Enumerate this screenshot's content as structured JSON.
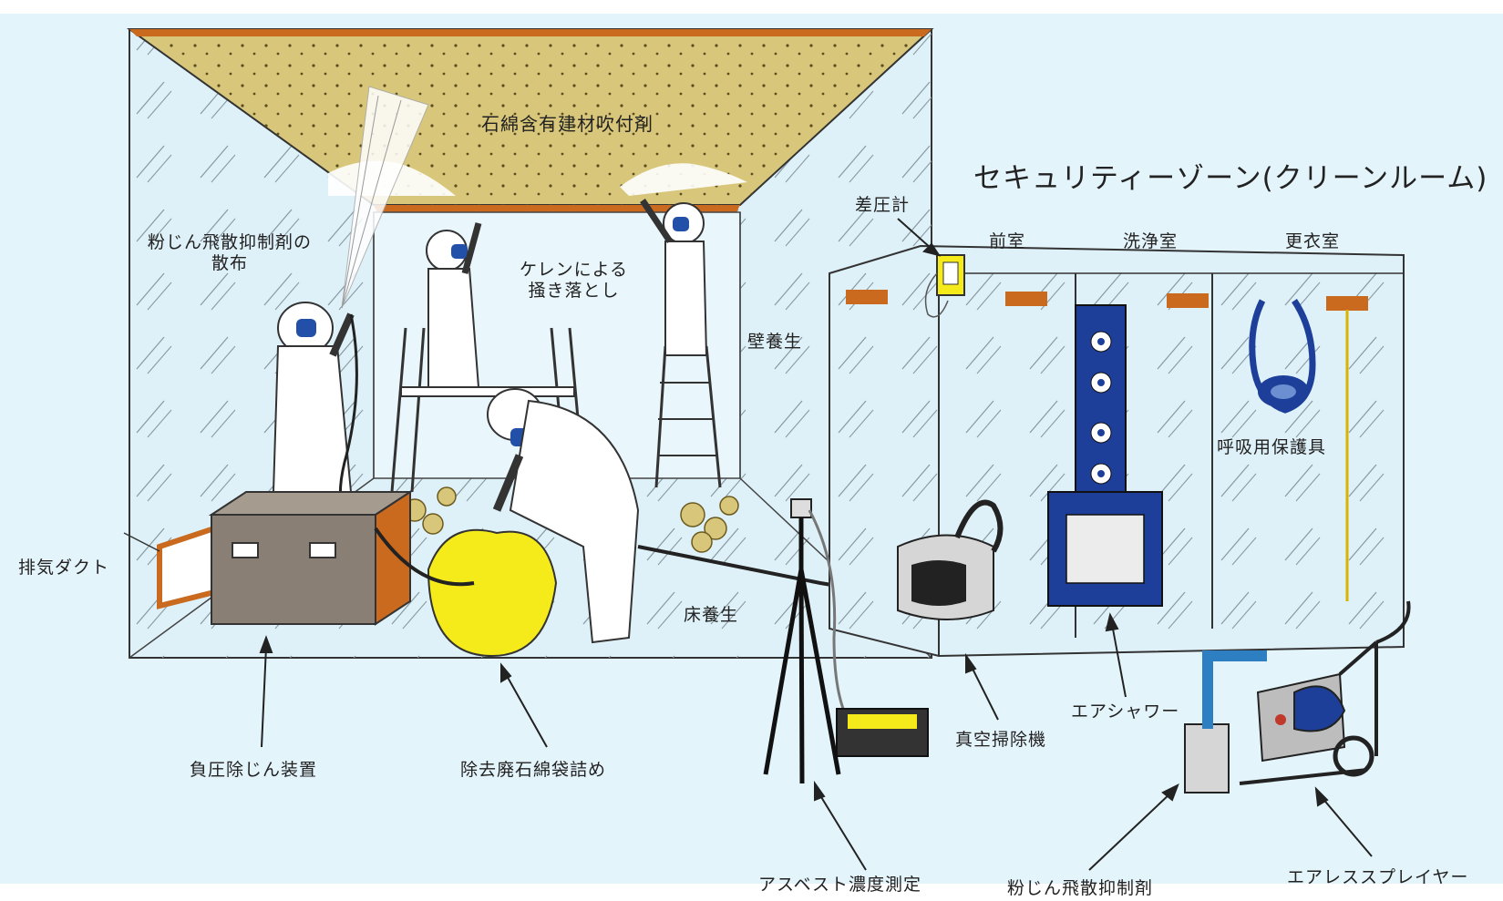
{
  "title": "セキュリティーゾーン(クリーンルーム)",
  "labels": {
    "ceiling": "石綿含有建材吹付剤",
    "spray": "粉じん飛散抑制剤の\n散布",
    "scrape": "ケレンによる\n掻き落とし",
    "wall": "壁養生",
    "floor": "床養生",
    "duct": "排気ダクト",
    "manometer": "差圧計",
    "anteroom": "前室",
    "washroom": "洗浄室",
    "dressing": "更衣室",
    "respirator": "呼吸用保護具",
    "dust_collector": "負圧除じん装置",
    "bagging": "除去廃石綿袋詰め",
    "vacuum": "真空掃除機",
    "air_shower": "エアシャワー",
    "measurement": "アスベスト濃度測定",
    "suppressant": "粉じん飛散抑制剤",
    "sprayer": "エアレススプレイヤー"
  },
  "colors": {
    "ceiling": "#d8c77a",
    "room": "#dff1f8",
    "air_shower": "#1e3f99",
    "bag": "#f5ea1a",
    "duct": "#c96a1f",
    "sprayer_pump": "#1e3f99"
  }
}
